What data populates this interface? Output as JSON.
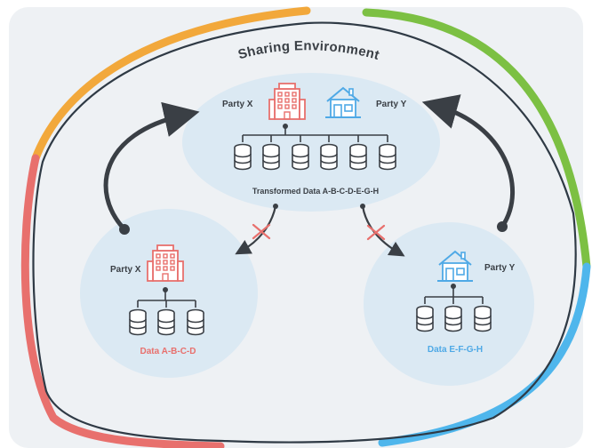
{
  "environment": {
    "title": "Sharing Environment"
  },
  "shared_node": {
    "party_left_label": "Party X",
    "party_right_label": "Party Y",
    "caption": "Transformed Data A-B-C-D-E-G-H",
    "database_count": 6
  },
  "left_node": {
    "party_label": "Party X",
    "data_label": "Data  A-B-C-D",
    "database_count": 3
  },
  "right_node": {
    "party_label": "Party Y",
    "data_label": "Data  E-F-G-H",
    "database_count": 3
  },
  "icons": {
    "party_x": "office-building-icon",
    "party_y": "house-icon",
    "data": "database-icon",
    "blocked": "cross-mark-icon"
  },
  "colors": {
    "party_x": "#e8706d",
    "party_y": "#4fa9e6",
    "ring_orange": "#f2a83b",
    "ring_green": "#7cc043",
    "ring_blue": "#4fb6ec",
    "ring_red": "#e8706d",
    "text_dark": "#3a3f45",
    "bubble": "#dbe9f3",
    "background": "#eff2f5"
  }
}
